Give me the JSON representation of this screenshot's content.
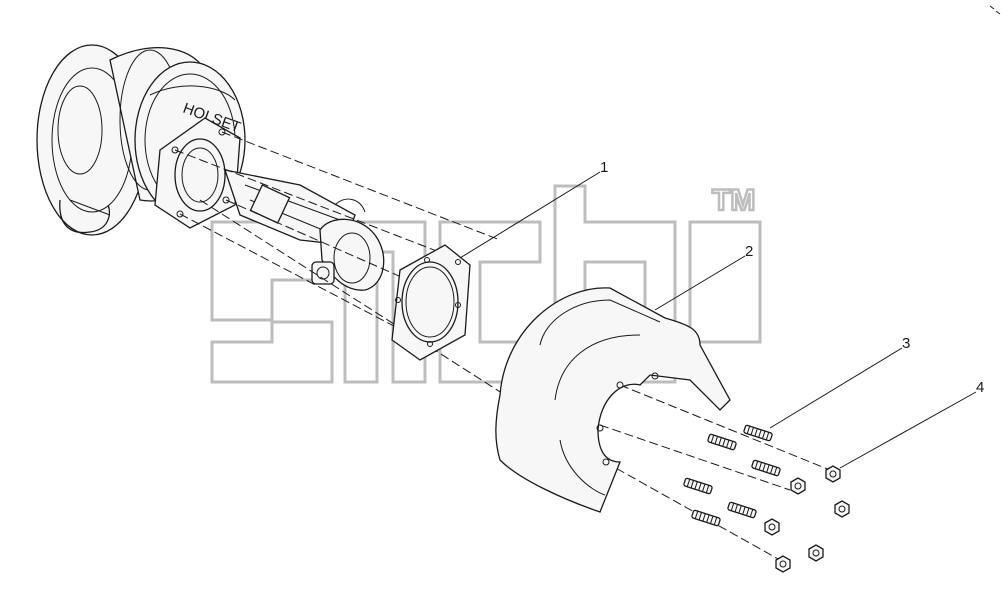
{
  "callouts": [
    {
      "label": "1"
    },
    {
      "label": "2"
    },
    {
      "label": "3"
    },
    {
      "label": "4"
    }
  ],
  "watermark": {
    "tm": "TM"
  },
  "turbo_brand": "HOLSET",
  "colors": {
    "line": "#1a1a1a",
    "watermark": "#bdbdbd",
    "background": "#ffffff"
  }
}
